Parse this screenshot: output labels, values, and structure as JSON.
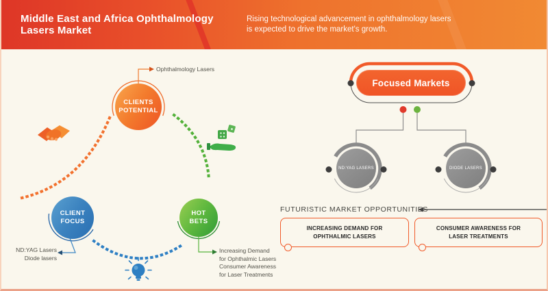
{
  "header": {
    "title": "Middle East and Africa Ophthalmology\nLasers Market",
    "subtitle": "Rising technological advancement in ophthalmology lasers\nis expected to drive the market's growth."
  },
  "cycle": {
    "nodes": [
      {
        "id": "clients-potential",
        "label": "CLIENTS\nPOTENTIAL",
        "color": "#ee5a25"
      },
      {
        "id": "client-focus",
        "label": "CLIENT\nFOCUS",
        "color": "#2d7fc2"
      },
      {
        "id": "hot-bets",
        "label": "HOT\nBETS",
        "color": "#4caf3e"
      }
    ],
    "annotations": {
      "top": "Ophthalmology Lasers",
      "left": "ND:YAG Lasers\nDiode lasers",
      "right": "Increasing Demand\nfor Ophthalmic Lasers\nConsumer Awareness\nfor Laser Treatments"
    },
    "icons": [
      "handshake-icon",
      "money-hand-icon",
      "lightbulb-icon"
    ]
  },
  "focused_markets": {
    "label": "Focused Markets",
    "children": [
      {
        "label": "ND:YAG LASERS"
      },
      {
        "label": "DIODE LASERS"
      }
    ]
  },
  "opportunities": {
    "heading": "FUTURISTIC MARKET OPPORTUNITIES",
    "items": [
      {
        "label": "INCREASING DEMAND FOR\nOPHTHALMIC LASERS"
      },
      {
        "label": "CONSUMER AWARENESS FOR\nLASER TREATMENTS"
      }
    ]
  },
  "colors": {
    "accent_orange": "#f15a29",
    "accent_blue": "#2d7fc2",
    "accent_green": "#4caf3e",
    "header_gradient_start": "#de3627",
    "header_gradient_end": "#f18a33",
    "gray_node": "#8b8b8b",
    "background": "#faf7ed"
  }
}
